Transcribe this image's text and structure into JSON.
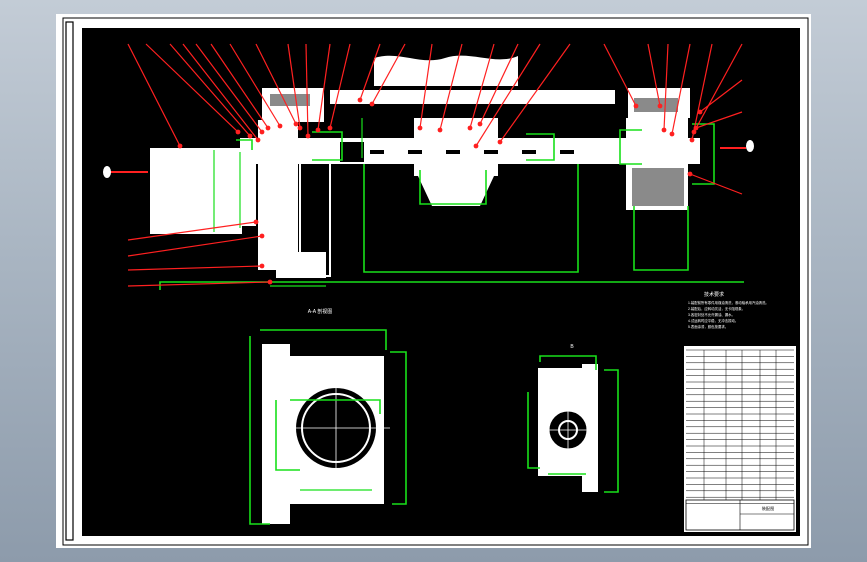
{
  "drawing": {
    "colors": {
      "paper": "#ffffff",
      "background": "#000000",
      "part": "#ffffff",
      "dimension": "#18e01a",
      "leader": "#ff2020",
      "gray_fill": "#8a8a8a"
    },
    "part_count_left": 21,
    "part_count_right": 8,
    "view_labels": {
      "plan_view": "A-A 剖视图",
      "side_view": "B"
    },
    "notes_heading": "技术要求",
    "notes": [
      "1.装配前所有零件用煤油清洗，滚动轴承用汽油清洗。",
      "2.装配后，应转动灵活，无卡阻现象。",
      "3.各密封处不允许漏油、漏水。",
      "4.试运转时应平稳，无冲击振动。",
      "5.表面涂漆，颜色按要求。"
    ],
    "title_block": {
      "drawing_title": "装配图"
    }
  }
}
